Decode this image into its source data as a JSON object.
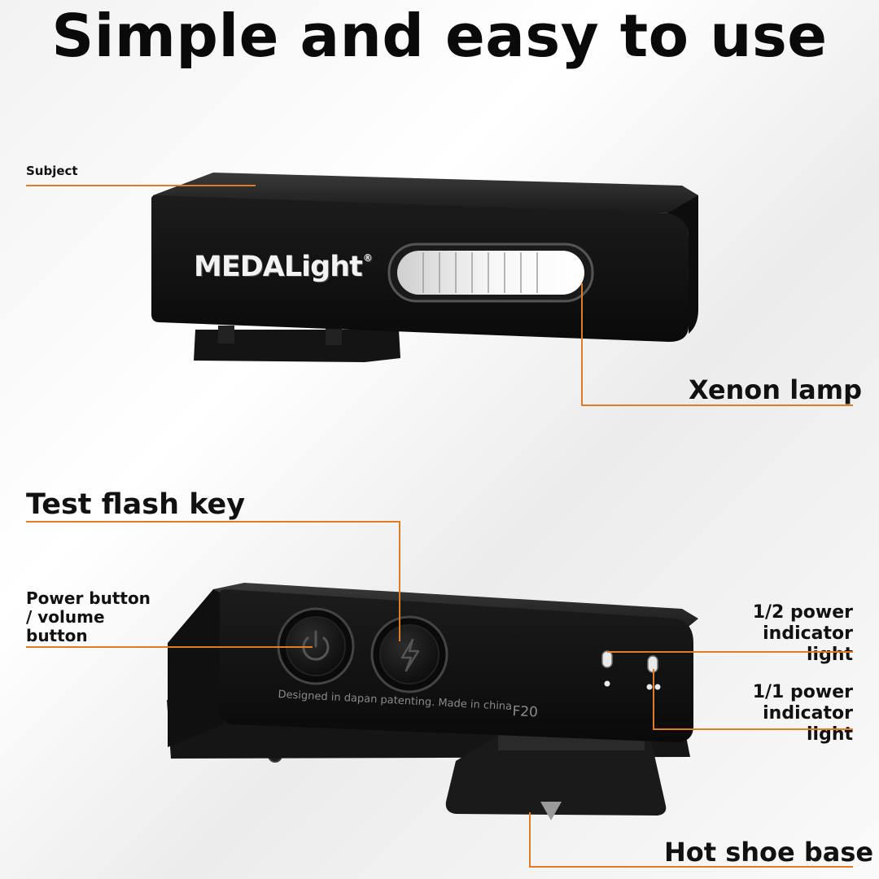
{
  "headline": "Simple and easy to use",
  "product": {
    "brand": "MEDALight",
    "brand_mark": "®",
    "engraving": "Designed in dapan patenting. Made in china",
    "model": "F20"
  },
  "callouts": {
    "subject": "Subject",
    "xenon_lamp": "Xenon lamp",
    "test_flash_key": "Test flash key",
    "power_button_line1": "Power button",
    "power_button_line2": "/ volume",
    "power_button_line3": "button",
    "half_power_line1": "1/2 power",
    "half_power_line2": "indicator light",
    "full_power_line1": "1/1 power",
    "full_power_line2": "indicator light",
    "hot_shoe_base": "Hot shoe base"
  },
  "colors": {
    "callout_line": "#e07b28",
    "device_body": "#121212",
    "text": "#111111"
  },
  "icons": [
    "power-icon",
    "flash-bolt-icon"
  ]
}
